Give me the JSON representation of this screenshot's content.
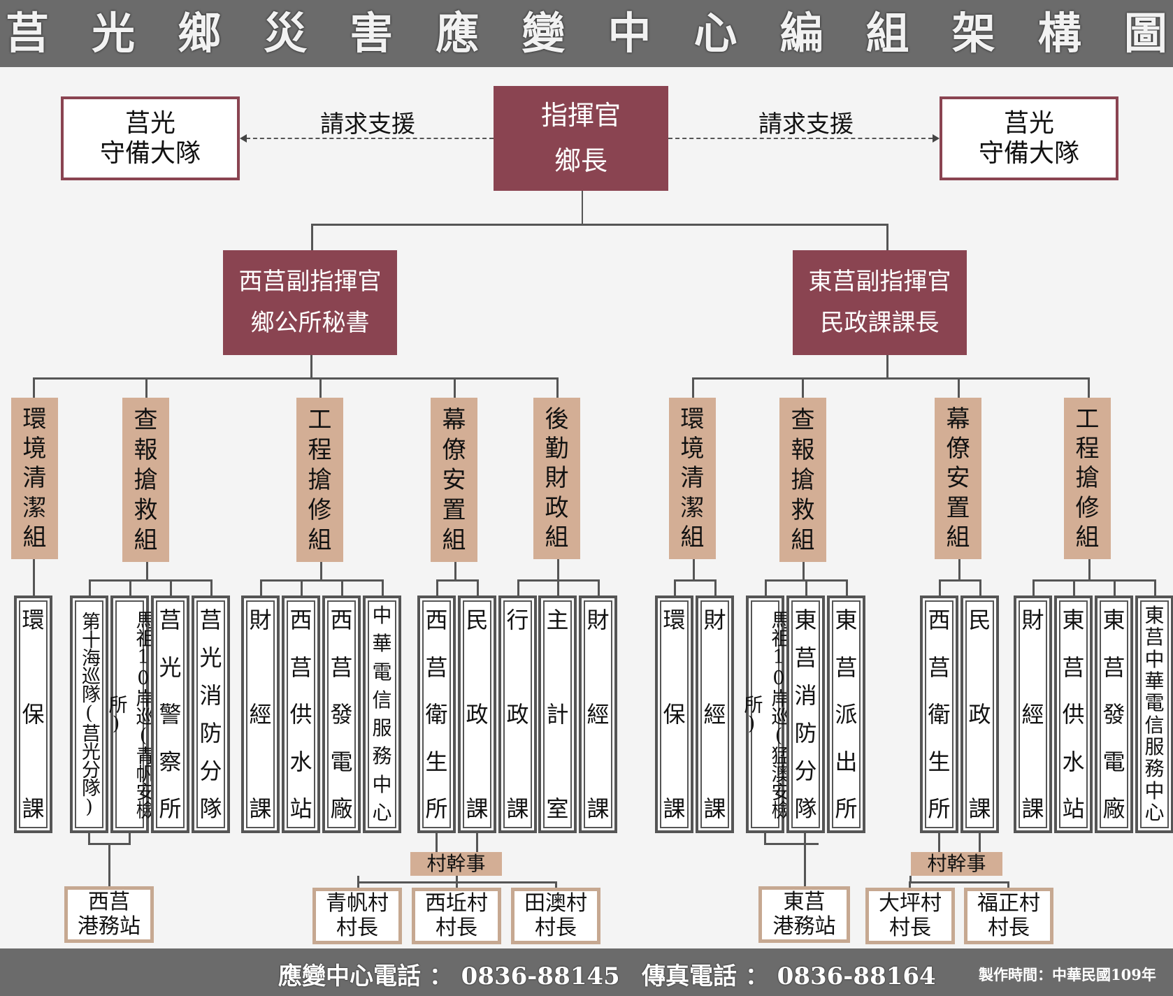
{
  "title_chars": [
    "莒",
    "光",
    "鄉",
    "災",
    "害",
    "應",
    "變",
    "中",
    "心",
    "編",
    "組",
    "架",
    "構",
    "圖"
  ],
  "commander": {
    "title": "指揮官",
    "person": "鄉長"
  },
  "support_left": {
    "line1": "莒光",
    "line2": "守備大隊"
  },
  "support_right": {
    "line1": "莒光",
    "line2": "守備大隊"
  },
  "request_label": "請求支援",
  "west": {
    "title": "西莒副指揮官",
    "person": "鄉公所秘書"
  },
  "east": {
    "title": "東莒副指揮官",
    "person": "民政課課長"
  },
  "west_groups": [
    [
      "環",
      "境",
      "清",
      "潔",
      "組"
    ],
    [
      "查",
      "報",
      "搶",
      "救",
      "組"
    ],
    [
      "工",
      "程",
      "搶",
      "修",
      "組"
    ],
    [
      "幕",
      "僚",
      "安",
      "置",
      "組"
    ],
    [
      "後",
      "勤",
      "財",
      "政",
      "組"
    ]
  ],
  "east_groups": [
    [
      "環",
      "境",
      "清",
      "潔",
      "組"
    ],
    [
      "查",
      "報",
      "搶",
      "救",
      "組"
    ],
    [
      "幕",
      "僚",
      "安",
      "置",
      "組"
    ],
    [
      "工",
      "程",
      "搶",
      "修",
      "組"
    ]
  ],
  "units": {
    "w_env": [
      [
        "環",
        "保",
        "課"
      ]
    ],
    "w_rescue": [
      "第十海巡隊(莒光分隊)",
      "馬祖10岸巡(青帆安檢所)",
      [
        "莒",
        "光",
        "警",
        "察",
        "所"
      ],
      [
        "莒",
        "光",
        "消",
        "防",
        "分",
        "隊"
      ]
    ],
    "w_eng": [
      [
        "財",
        "經",
        "課"
      ],
      [
        "西",
        "莒",
        "供",
        "水",
        "站"
      ],
      [
        "西",
        "莒",
        "發",
        "電",
        "廠"
      ],
      [
        "中",
        "華",
        "電",
        "信",
        "服",
        "務",
        "中",
        "心"
      ]
    ],
    "w_staff": [
      [
        "西",
        "莒",
        "衛",
        "生",
        "所"
      ],
      [
        "民",
        "政",
        "課"
      ]
    ],
    "w_logi": [
      [
        "行",
        "政",
        "課"
      ],
      [
        "主",
        "計",
        "室"
      ],
      [
        "財",
        "經",
        "課"
      ]
    ],
    "e_env": [
      [
        "環",
        "保",
        "課"
      ],
      [
        "財",
        "經",
        "課"
      ]
    ],
    "e_rescue": [
      "馬祖10岸巡(猛澳安檢所)",
      [
        "東",
        "莒",
        "消",
        "防",
        "分",
        "隊"
      ],
      [
        "東",
        "莒",
        "派",
        "出",
        "所"
      ]
    ],
    "e_staff": [
      [
        "西",
        "莒",
        "衛",
        "生",
        "所"
      ],
      [
        "民",
        "政",
        "課"
      ]
    ],
    "e_eng": [
      [
        "財",
        "經",
        "課"
      ],
      [
        "東",
        "莒",
        "供",
        "水",
        "站"
      ],
      [
        "東",
        "莒",
        "發",
        "電",
        "廠"
      ],
      [
        "東",
        "莒",
        "中",
        "華",
        "電",
        "信",
        "服",
        "務",
        "中",
        "心"
      ]
    ]
  },
  "west_port": {
    "line1": "西莒",
    "line2": "港務站"
  },
  "east_port": {
    "line1": "東莒",
    "line2": "港務站"
  },
  "village_label": "村幹事",
  "west_villages": [
    {
      "line1": "青帆村",
      "line2": "村長"
    },
    {
      "line1": "西坵村",
      "line2": "村長"
    },
    {
      "line1": "田澳村",
      "line2": "村長"
    }
  ],
  "east_villages": [
    {
      "line1": "大坪村",
      "line2": "村長"
    },
    {
      "line1": "福正村",
      "line2": "村長"
    }
  ],
  "footer": {
    "phone_label": "應變中心電話 ： 0836-88145",
    "fax_label": "傳真電話 ： 0836-88164",
    "made": "製作時間：中華民國109年"
  },
  "colors": {
    "header": "#6b6b6b",
    "maroon": "#8a4451",
    "tan": "#d3ae95",
    "line": "#555555"
  }
}
